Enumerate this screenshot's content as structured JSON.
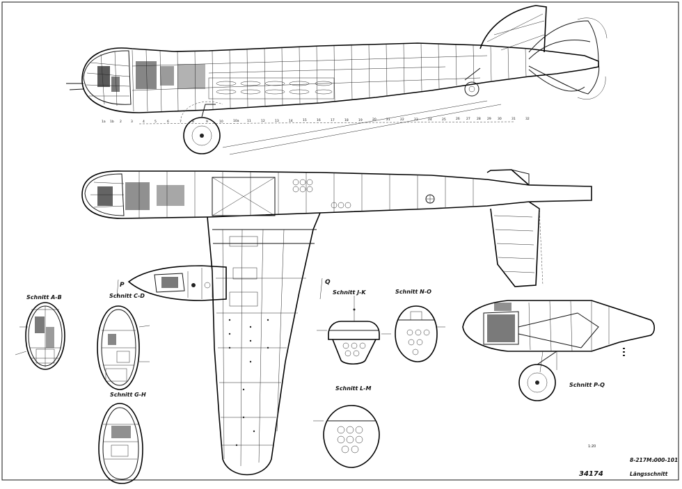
{
  "labels": {
    "section_ab": "Schnitt A-B",
    "section_cd": "Schnitt C-D",
    "section_gh": "Schnitt G-H",
    "section_jk": "Schnitt J-K",
    "section_no": "Schnitt N-O",
    "section_lm": "Schnitt L-M",
    "section_pq": "Schnitt P-Q",
    "marker_p": "P",
    "marker_q": "Q",
    "scale": "1:20",
    "drawing_no": "8-217M₂000-101",
    "archive_no": "34174",
    "title": "Längsschnitt"
  },
  "frame_numbers_side": [
    "1a",
    "1b",
    "2",
    "3",
    "4",
    "5",
    "6",
    "7",
    "8",
    "9",
    "10",
    "10a",
    "11",
    "12",
    "13",
    "14",
    "15",
    "16",
    "17",
    "18",
    "19",
    "20",
    "21",
    "22",
    "23",
    "24",
    "25",
    "26",
    "27",
    "28",
    "29",
    "30",
    "31",
    "32"
  ]
}
